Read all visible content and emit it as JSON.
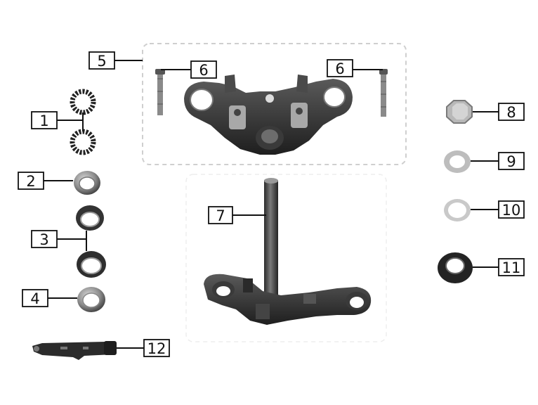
{
  "diagram": {
    "colors": {
      "line": "#111111",
      "part_dark": "#2a2a2a",
      "part_mid": "#6f6f6f",
      "part_light": "#b9b9b9",
      "dash": "#c8c8c8"
    },
    "callouts": [
      {
        "id": "c1",
        "label": "1"
      },
      {
        "id": "c2",
        "label": "2"
      },
      {
        "id": "c3",
        "label": "3"
      },
      {
        "id": "c4",
        "label": "4"
      },
      {
        "id": "c5",
        "label": "5"
      },
      {
        "id": "c6a",
        "label": "6"
      },
      {
        "id": "c6b",
        "label": "6"
      },
      {
        "id": "c7",
        "label": "7"
      },
      {
        "id": "c8",
        "label": "8"
      },
      {
        "id": "c9",
        "label": "9"
      },
      {
        "id": "c10",
        "label": "10"
      },
      {
        "id": "c11",
        "label": "11"
      },
      {
        "id": "c12",
        "label": "12"
      }
    ]
  }
}
